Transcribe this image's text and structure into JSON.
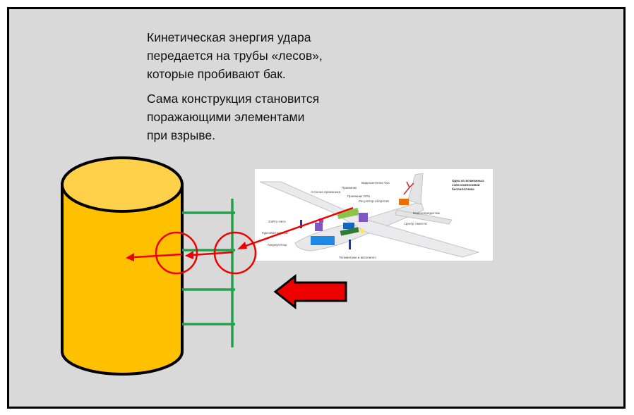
{
  "text": {
    "paragraph_1": "Кинетическая энергия удара\nпередается на трубы «лесов»,\nкоторые пробивают бак.",
    "paragraph_2": "Сама конструкция становится\nпоражающими элементами\nпри взрыве."
  },
  "uav_inset": {
    "legend": "Одна из возможных\nсхем компоновки\nбеспилотника",
    "labels": [
      "Видеоантенна Vox",
      "Приемник",
      "Антенна приемника",
      "Приемник GPS",
      "Регулятор оборотов",
      "Видеопередатчик",
      "GoPro Hero",
      "Курсовая камера",
      "Аккумулятор",
      "Центр тяжести",
      "Телеметрия и автопилот"
    ]
  },
  "colors": {
    "background": "#d9d9d9",
    "tank_fill": "#ffc000",
    "tank_top": "#ffd14a",
    "scaffold": "#22a04a",
    "impact_red": "#ee0000",
    "frame_border": "#000000"
  }
}
